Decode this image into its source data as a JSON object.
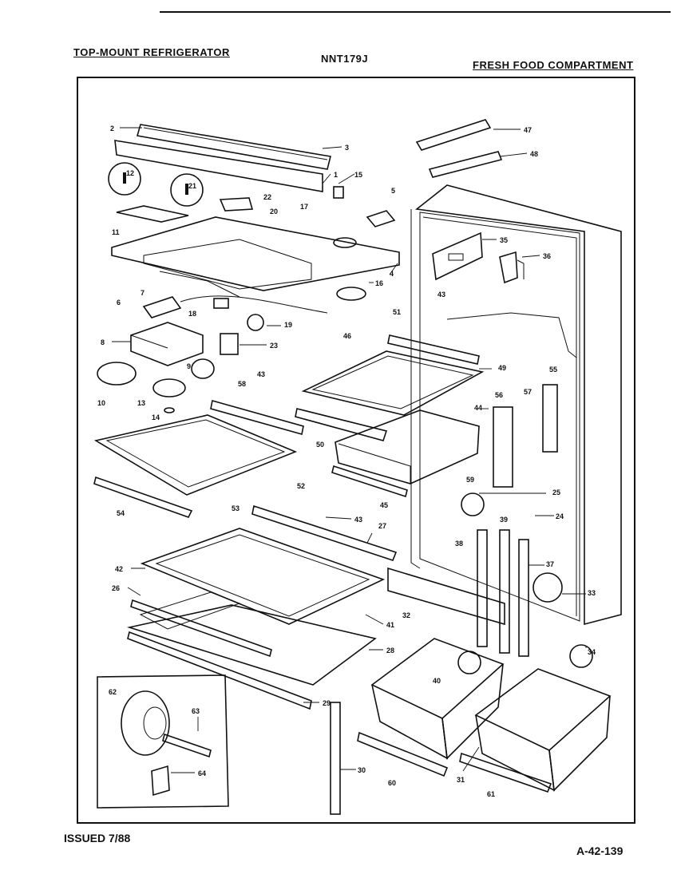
{
  "header": {
    "left": "TOP-MOUNT REFRIGERATOR",
    "center": "NNT179J",
    "right": "FRESH FOOD COMPARTMENT"
  },
  "footer": {
    "issued": "ISSUED 7/88",
    "code": "A-42-139"
  },
  "callouts": {
    "c1": "1",
    "c2": "2",
    "c3": "3",
    "c4": "4",
    "c5": "5",
    "c6": "6",
    "c7": "7",
    "c8": "8",
    "c9": "9",
    "c10": "10",
    "c11": "11",
    "c12": "12",
    "c13": "13",
    "c14": "14",
    "c15": "15",
    "c16": "16",
    "c17": "17",
    "c18": "18",
    "c19": "19",
    "c20": "20",
    "c21": "21",
    "c22": "22",
    "c23": "23",
    "c24": "24",
    "c25": "25",
    "c26": "26",
    "c27": "27",
    "c28": "28",
    "c29": "29",
    "c30": "30",
    "c31": "31",
    "c32": "32",
    "c33": "33",
    "c34": "34",
    "c35": "35",
    "c36": "36",
    "c37": "37",
    "c38": "38",
    "c39": "39",
    "c40": "40",
    "c41": "41",
    "c42": "42",
    "c43": "43",
    "c44": "44",
    "c45": "45",
    "c46": "46",
    "c47": "47",
    "c48": "48",
    "c49": "49",
    "c50": "50",
    "c51": "51",
    "c52": "52",
    "c53": "53",
    "c54": "54",
    "c55": "55",
    "c56": "56",
    "c57": "57",
    "c58": "58",
    "c59": "59",
    "c60": "60",
    "c61": "61",
    "c62": "62",
    "c63": "63",
    "c64": "64"
  }
}
